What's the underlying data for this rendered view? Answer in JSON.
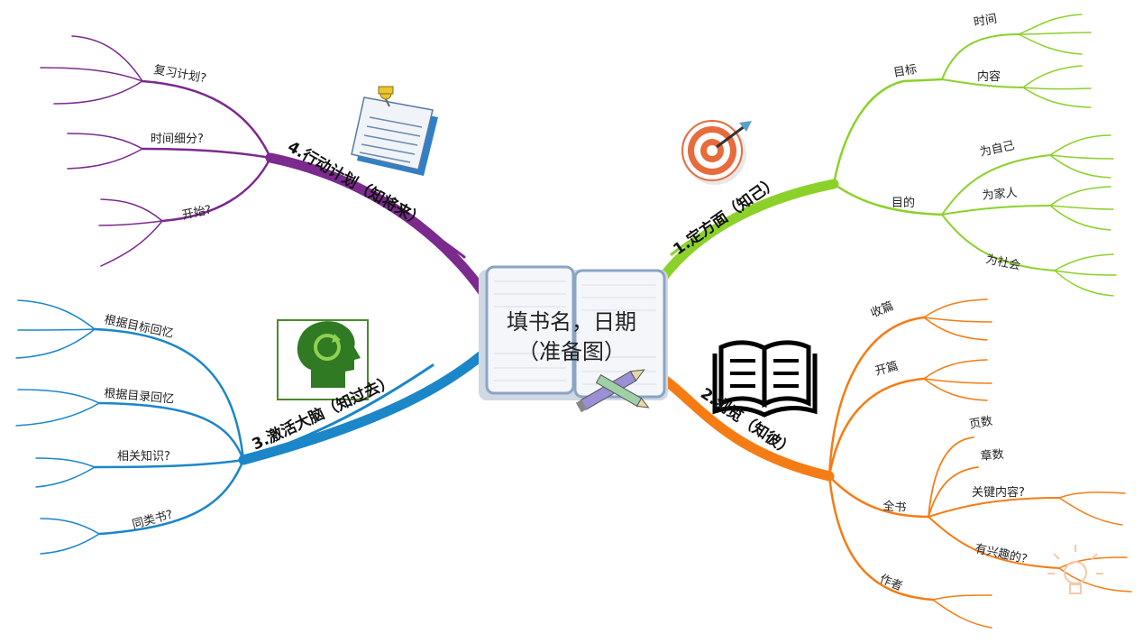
{
  "center": {
    "line1": "填书名，日期",
    "line2": "（准备图）"
  },
  "branches": {
    "b1": {
      "label": "1.定方面（知己）",
      "color": "#8cd12a",
      "groups": [
        {
          "label": "目标",
          "items": [
            "时间",
            "内容"
          ]
        },
        {
          "label": "目的",
          "items": [
            "为自己",
            "为家人",
            "为社会"
          ]
        }
      ]
    },
    "b2": {
      "label": "2.浏览（知彼）",
      "color": "#f57c14",
      "groups": [
        {
          "label": "收篇",
          "items": []
        },
        {
          "label": "开篇",
          "items": []
        },
        {
          "label": "全书",
          "items": [
            "页数",
            "章数",
            "关键内容?",
            "有兴趣的?"
          ]
        },
        {
          "label": "作者",
          "items": []
        }
      ]
    },
    "b3": {
      "label": "3.激活大脑（知过去）",
      "color": "#1b86c8",
      "items": [
        "根据目标回忆",
        "根据目录回忆",
        "相关知识?",
        "同类书?"
      ]
    },
    "b4": {
      "label": "4.行动计划（知将来）",
      "color": "#7b2a8e",
      "items": [
        "复习计划?",
        "时间细分?",
        "开始?"
      ]
    }
  },
  "icons": [
    "target-icon",
    "open-book-icon",
    "head-refresh-icon",
    "note-pin-icon",
    "pencil-icon",
    "lightbulb-icon"
  ]
}
